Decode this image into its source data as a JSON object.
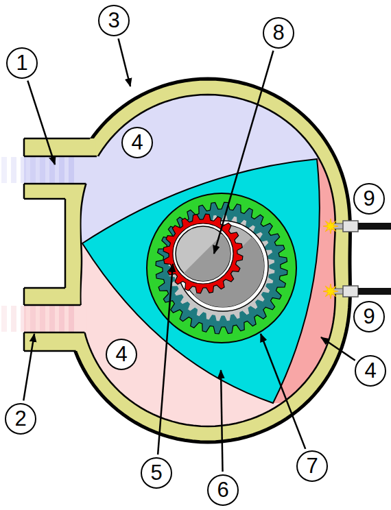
{
  "diagram": {
    "labels": [
      "1",
      "2",
      "3",
      "4",
      "4",
      "4",
      "5",
      "6",
      "7",
      "8",
      "9",
      "9"
    ]
  }
}
